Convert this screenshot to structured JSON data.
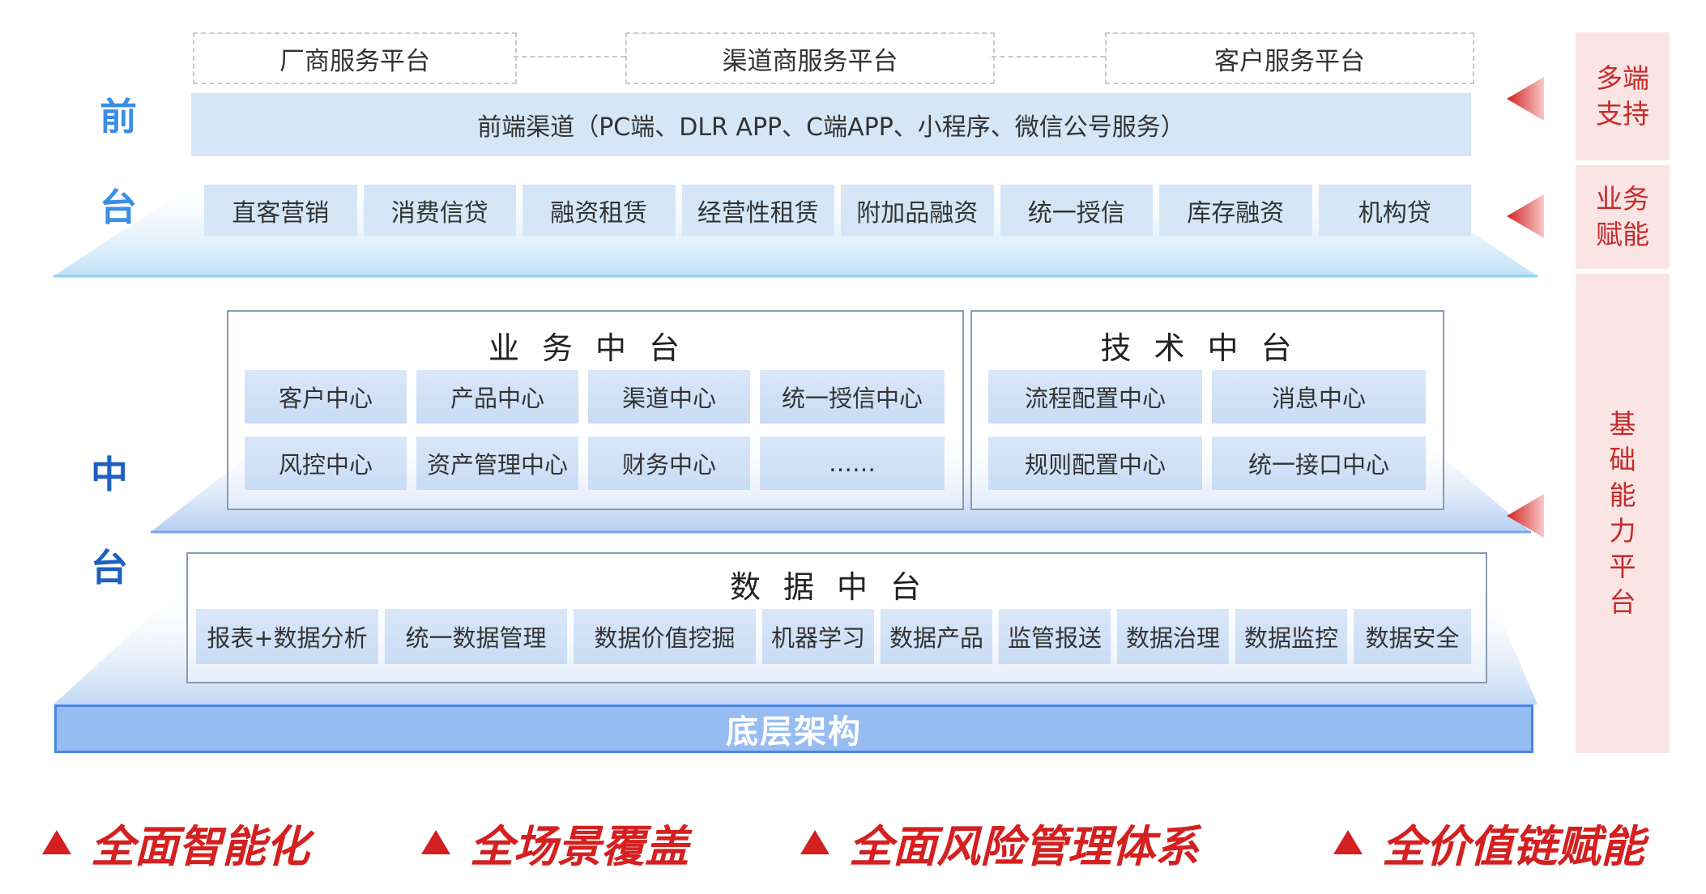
{
  "front_platforms": [
    "厂商服务平台",
    "渠道商服务平台",
    "客户服务平台"
  ],
  "front_channel": "前端渠道（PC端、DLR APP、C端APP、小程序、微信公号服务）",
  "front_label": [
    "前",
    "台"
  ],
  "business_items": [
    "直客营销",
    "消费信贷",
    "融资租赁",
    "经营性租赁",
    "附加品融资",
    "统一授信",
    "库存融资",
    "机构贷"
  ],
  "middle_label": [
    "中",
    "台"
  ],
  "biz_mid": {
    "title": "业务中台",
    "row1": [
      "客户中心",
      "产品中心",
      "渠道中心",
      "统一授信中心"
    ],
    "row2": [
      "风控中心",
      "资产管理中心",
      "财务中心",
      "……"
    ]
  },
  "tech_mid": {
    "title": "技术中台",
    "row1": [
      "流程配置中心",
      "消息中心"
    ],
    "row2": [
      "规则配置中心",
      "统一接口中心"
    ]
  },
  "data_mid": {
    "title": "数据中台",
    "items": [
      "报表+数据分析",
      "统一数据管理",
      "数据价值挖掘",
      "机器学习",
      "数据产品",
      "监管报送",
      "数据治理",
      "数据监控",
      "数据安全"
    ]
  },
  "base": "底层架构",
  "side": {
    "multi": "多端支持",
    "biz": "业务赋能",
    "infra": "基础能力平台"
  },
  "slogans": [
    "全面智能化",
    "全场景覆盖",
    "全面风险管理体系",
    "全价值链赋能"
  ],
  "colors": {
    "front_label": "#3a8ee6",
    "middle_label": "#1f5fbf",
    "side_text": "#c62b2b",
    "side_bg": "#fbe4e4",
    "slogan": "#d42020",
    "base_bar": "#96bcf1"
  }
}
